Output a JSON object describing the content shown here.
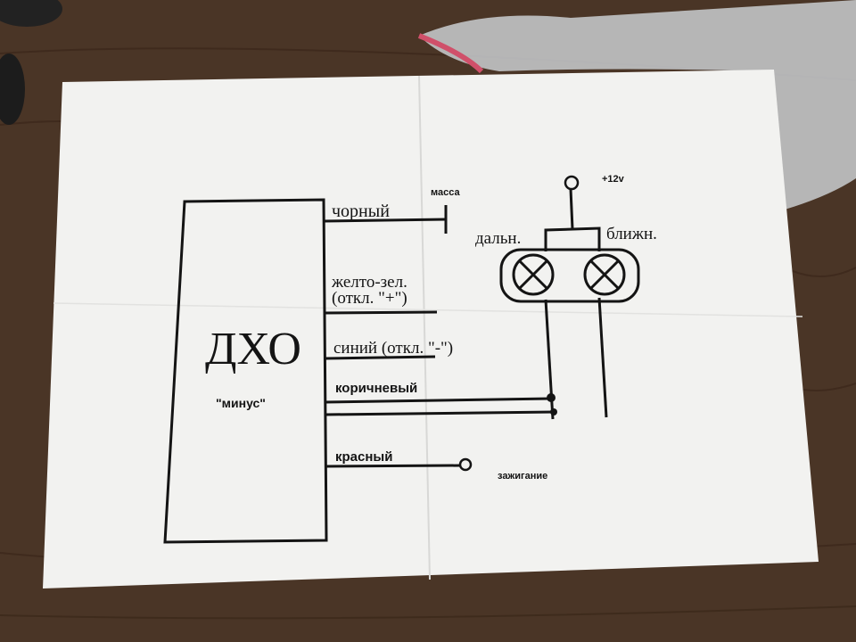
{
  "colors": {
    "table": "#4a3526",
    "paper": "#f2f2f0",
    "ink": "#141414",
    "bag": "#cfd3d6"
  },
  "module": {
    "title": "ДХО",
    "subtitle": "\"минус\""
  },
  "wires": {
    "black": "чорный",
    "ground": "масса",
    "yellow_green_line1": "желто-зел.",
    "yellow_green_line2": "(откл. \"+\")",
    "blue": "синий (откл. \"-\")",
    "brown": "коричневый",
    "red": "красный",
    "ignition": "зажигание"
  },
  "lamps": {
    "supply": "+12v",
    "high_beam": "дальн.",
    "low_beam": "ближн."
  }
}
